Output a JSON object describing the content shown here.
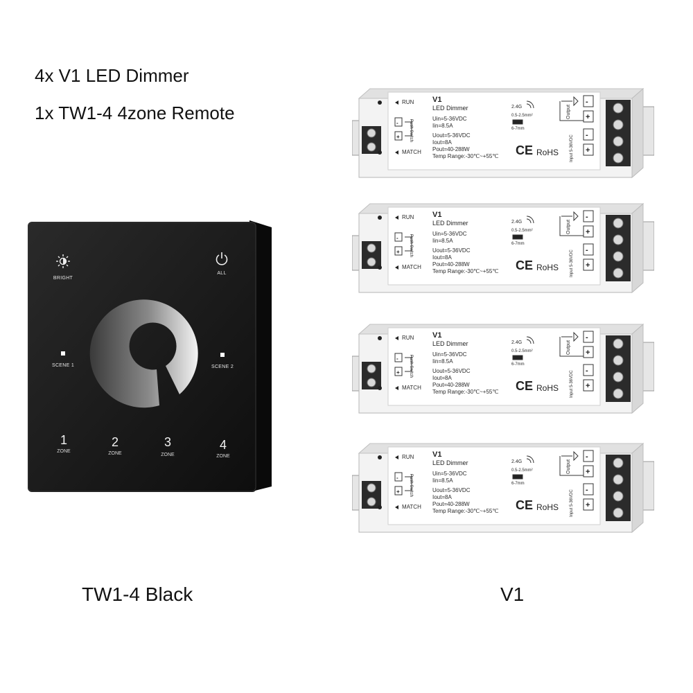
{
  "captions": {
    "line1": "4x V1 LED Dimmer",
    "line2": "1x TW1-4 4zone Remote",
    "remote_label": "TW1-4 Black",
    "module_label": "V1"
  },
  "remote": {
    "bright_label": "BRIGHT",
    "all_label": "ALL",
    "scene1_label": "SCENE 1",
    "scene2_label": "SCENE 2",
    "zones": [
      {
        "number": "1",
        "label": "ZONE"
      },
      {
        "number": "2",
        "label": "ZONE"
      },
      {
        "number": "3",
        "label": "ZONE"
      },
      {
        "number": "4",
        "label": "ZONE"
      }
    ],
    "icons": [
      "brightness-icon",
      "power-icon"
    ],
    "panel_color": "#151515"
  },
  "module": {
    "model": "V1",
    "name": "LED Dimmer",
    "run": "RUN",
    "match": "MATCH",
    "push_switch": "Push Switch",
    "uin": "Uin=5-36VDC",
    "iin": "Iin=8.5A",
    "uout": "Uout=5-36VDC",
    "iout": "Iout=8A",
    "pout": "Pout=40-288W",
    "temp": "Temp Range:-30℃~+55℃",
    "rf": "2.4G",
    "wire": "0.5-2.5mm²",
    "strip": "6-7mm",
    "ce": "CE",
    "rohs": "RoHS",
    "output": "Output",
    "input": "Input 5-36VDC",
    "count": 4,
    "body_color": "#f1f1f1"
  }
}
